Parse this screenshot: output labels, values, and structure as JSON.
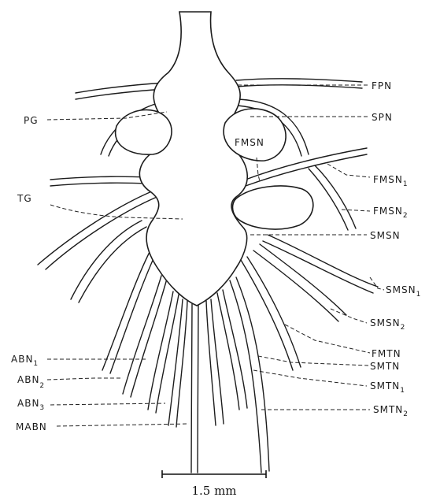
{
  "labels": {
    "fpn": "FPN",
    "spn": "SPN",
    "pg": "PG",
    "fmsn_center": "FMSN",
    "fmsn1_base": "FMSN",
    "fmsn1_sub": "1",
    "fmsn2_base": "FMSN",
    "fmsn2_sub": "2",
    "tg": "TG",
    "smsn": "SMSN",
    "smsn1_base": "SMSN",
    "smsn1_sub": "1",
    "smsn2_base": "SMSN",
    "smsn2_sub": "2",
    "fmtn": "FMTN",
    "smtn": "SMTN",
    "smtn1_base": "SMTN",
    "smtn1_sub": "1",
    "smtn2_base": "SMTN",
    "smtn2_sub": "2",
    "abn1_base": "ABN",
    "abn1_sub": "1",
    "abn2_base": "ABN",
    "abn2_sub": "2",
    "abn3_base": "ABN",
    "abn3_sub": "3",
    "mabn": "MABN"
  },
  "scale_bar": {
    "text": "1.5 mm"
  },
  "colors": {
    "ink": "#1c1c1c",
    "background": "#ffffff"
  }
}
